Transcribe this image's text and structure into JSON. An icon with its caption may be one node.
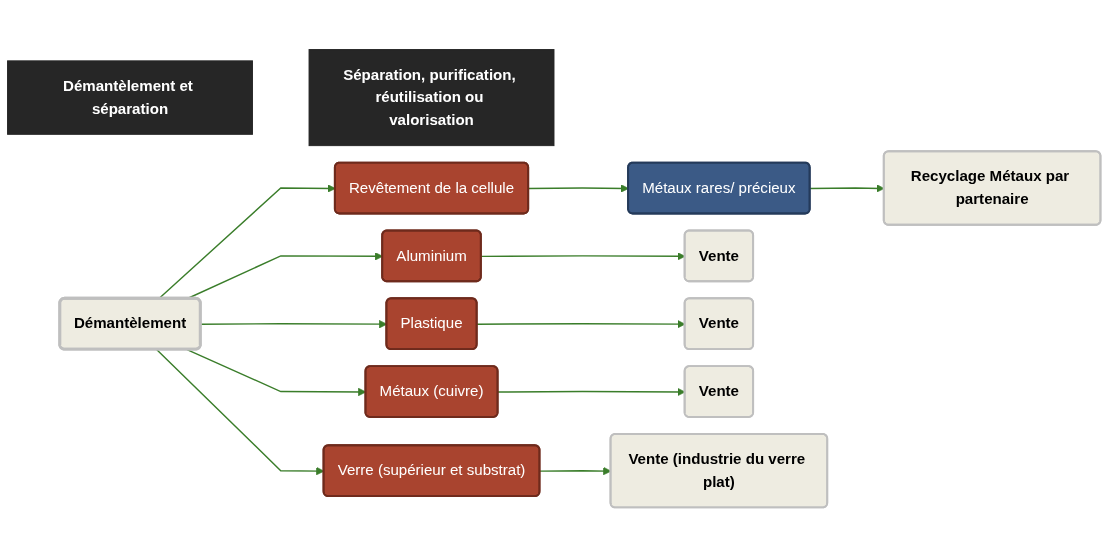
{
  "diagram": {
    "nodes": [
      {
        "text": [
          "Démantèlement et séparation"
        ]
      },
      {
        "text": [
          "Séparation, purification, réutilisation ou valorisation"
        ]
      },
      {
        "text": [
          "Démantèlement"
        ]
      },
      {
        "text": [
          "Aluminium"
        ]
      },
      {
        "text": [
          "Plastique"
        ]
      },
      {
        "text": [
          "Métaux (cuivre)"
        ]
      },
      {
        "text": [
          "Verre (supérieur et substrat)"
        ]
      },
      {
        "text": [
          "Revêtement de la cellule"
        ]
      },
      {
        "text": [
          "Métaux rares/ précieux"
        ]
      },
      {
        "text": [
          "Vente"
        ]
      },
      {
        "text": [
          "Vente"
        ]
      },
      {
        "text": [
          "Vente"
        ]
      },
      {
        "text": [
          "Vente (industrie du verre plat)"
        ]
      },
      {
        "text": [
          "Recyclage Métaux par partenaire"
        ]
      }
    ],
    "edges": [
      {
        "from": 2,
        "to": 3,
        "arrow": "to"
      },
      {
        "from": 2,
        "to": 4,
        "arrow": "to"
      },
      {
        "from": 2,
        "to": 5,
        "arrow": "to"
      },
      {
        "from": 2,
        "to": 6,
        "arrow": "to"
      },
      {
        "from": 2,
        "to": 7,
        "arrow": "to"
      },
      {
        "from": 3,
        "to": 9,
        "arrow": "to"
      },
      {
        "from": 4,
        "to": 10,
        "arrow": "to"
      },
      {
        "from": 5,
        "to": 11,
        "arrow": "to"
      },
      {
        "from": 6,
        "to": 12,
        "arrow": "to"
      },
      {
        "from": 7,
        "to": 8,
        "arrow": "to"
      },
      {
        "from": 8,
        "to": 13,
        "arrow": "to"
      }
    ]
  }
}
